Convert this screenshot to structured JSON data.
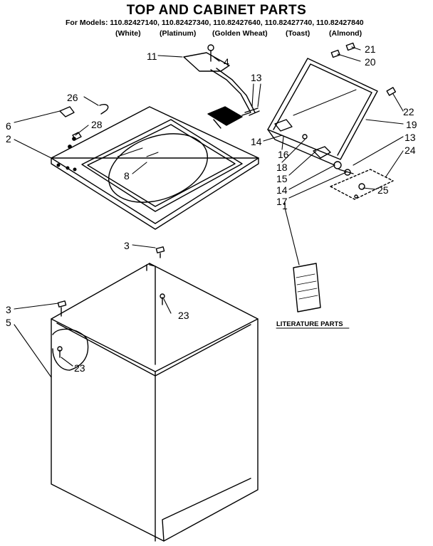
{
  "title": "TOP AND CABINET PARTS",
  "models_line": "For Models: 110.82427140, 110.82427340, 110.82427640, 110.82427740, 110.82427840",
  "colors": [
    "(White)",
    "(Platinum)",
    "(Golden Wheat)",
    "(Toast)",
    "(Almond)"
  ],
  "literature_label": "LITERATURE PARTS",
  "callouts": [
    "11",
    "4",
    "21",
    "20",
    "13",
    "22",
    "19",
    "26",
    "6",
    "28",
    "2",
    "14",
    "16",
    "18",
    "15",
    "14",
    "17",
    "13",
    "24",
    "25",
    "1",
    "8",
    "3",
    "23",
    "3",
    "5",
    "23"
  ]
}
